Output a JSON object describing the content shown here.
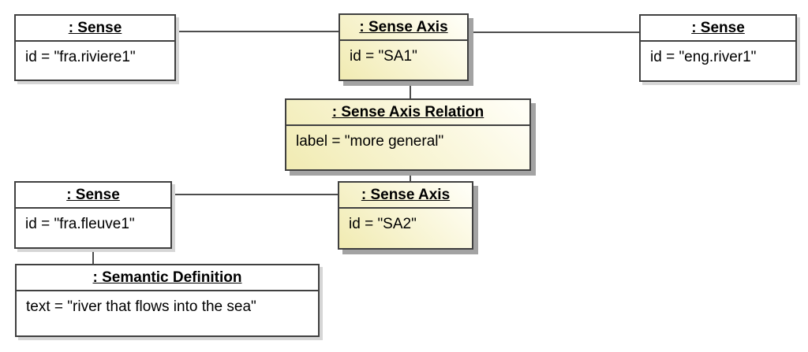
{
  "diagram": {
    "type": "uml-object-diagram",
    "colors": {
      "background": "#ffffff",
      "box_border": "#404040",
      "connector_line": "#4d4d4d",
      "plain_box_fill": "#ffffff",
      "highlight_box_fill_start": "#f1ebb2",
      "highlight_box_fill_end": "#fffef6",
      "highlight_box_shadow": "#a3a3a3",
      "plain_box_shadow": "#d6d6d6",
      "text": "#000000"
    },
    "nodes": [
      {
        "name": "sense-fra-riviere1",
        "title": ": Sense",
        "attribute": "id = \"fra.riviere1\"",
        "emphasis": false
      },
      {
        "name": "sense-axis-sa1",
        "title": ": Sense Axis",
        "attribute": "id = \"SA1\"",
        "emphasis": true
      },
      {
        "name": "sense-eng-river1",
        "title": ": Sense",
        "attribute": "id = \"eng.river1\"",
        "emphasis": false
      },
      {
        "name": "sense-axis-relation",
        "title": ": Sense Axis Relation",
        "attribute": "label = \"more general\"",
        "emphasis": true
      },
      {
        "name": "sense-fra-fleuve1",
        "title": ": Sense",
        "attribute": "id = \"fra.fleuve1\"",
        "emphasis": false
      },
      {
        "name": "sense-axis-sa2",
        "title": ": Sense Axis",
        "attribute": "id = \"SA2\"",
        "emphasis": true
      },
      {
        "name": "semantic-definition",
        "title": ": Semantic Definition",
        "attribute": "text = \"river that flows into the sea\"",
        "emphasis": false
      }
    ],
    "connections": [
      {
        "from": "sense-fra-riviere1",
        "to": "sense-axis-sa1"
      },
      {
        "from": "sense-axis-sa1",
        "to": "sense-eng-river1"
      },
      {
        "from": "sense-axis-sa1",
        "to": "sense-axis-relation"
      },
      {
        "from": "sense-axis-relation",
        "to": "sense-axis-sa2"
      },
      {
        "from": "sense-fra-fleuve1",
        "to": "sense-axis-sa2"
      },
      {
        "from": "sense-fra-fleuve1",
        "to": "semantic-definition"
      }
    ]
  }
}
